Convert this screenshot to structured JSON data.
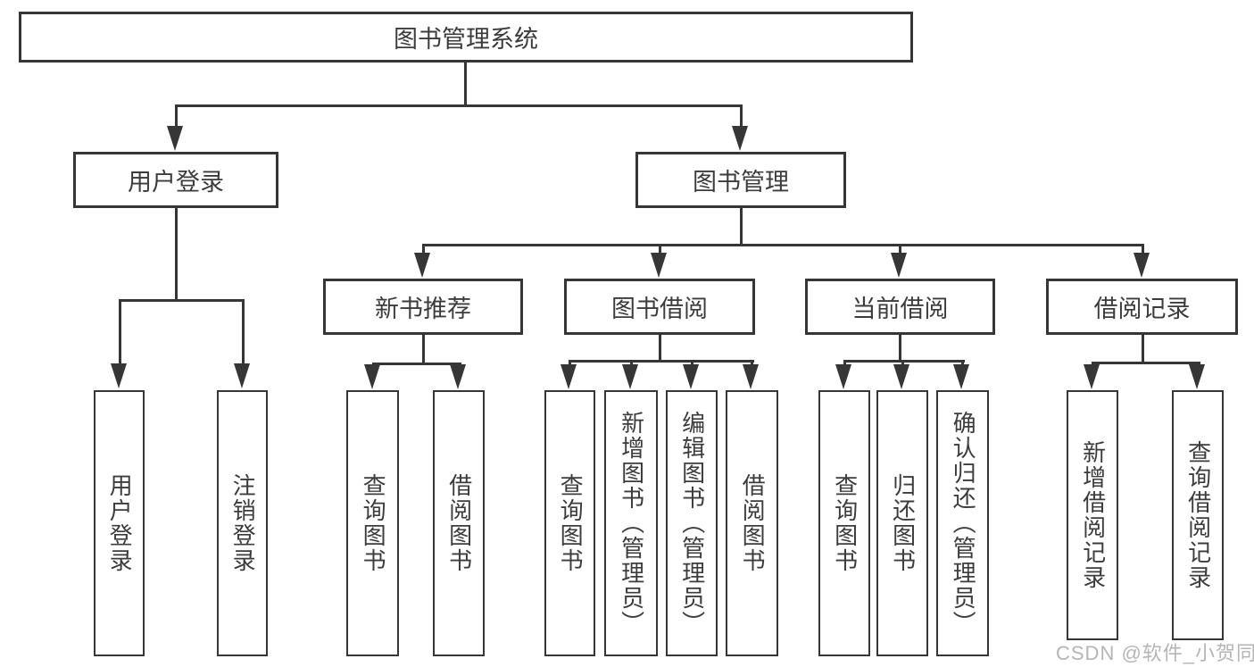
{
  "nodes": {
    "root": "图书管理系统",
    "user_login": "用户登录",
    "book_mgmt": "图书管理",
    "new_rec": "新书推荐",
    "book_borrow": "图书借阅",
    "current_borrow": "当前借阅",
    "borrow_records": "借阅记录",
    "leaf_user_login": "用户登录",
    "leaf_logout": "注销登录",
    "leaf_rec_query": "查询图书",
    "leaf_rec_borrow": "借阅图书",
    "leaf_bb_query": "查询图书",
    "leaf_bb_add": "新增图书（管理员）",
    "leaf_bb_edit": "编辑图书（管理员）",
    "leaf_bb_borrow": "借阅图书",
    "leaf_cb_query": "查询图书",
    "leaf_cb_return": "归还图书",
    "leaf_cb_confirm": "确认归还（管理员）",
    "leaf_br_add": "新增借阅记录",
    "leaf_br_query": "查询借阅记录"
  },
  "watermark": "CSDN @软件_小贺同学",
  "colors": {
    "line": "#363636",
    "text": "#3c3c3c",
    "background": "#ffffff",
    "watermark": "#b5b5b5"
  }
}
